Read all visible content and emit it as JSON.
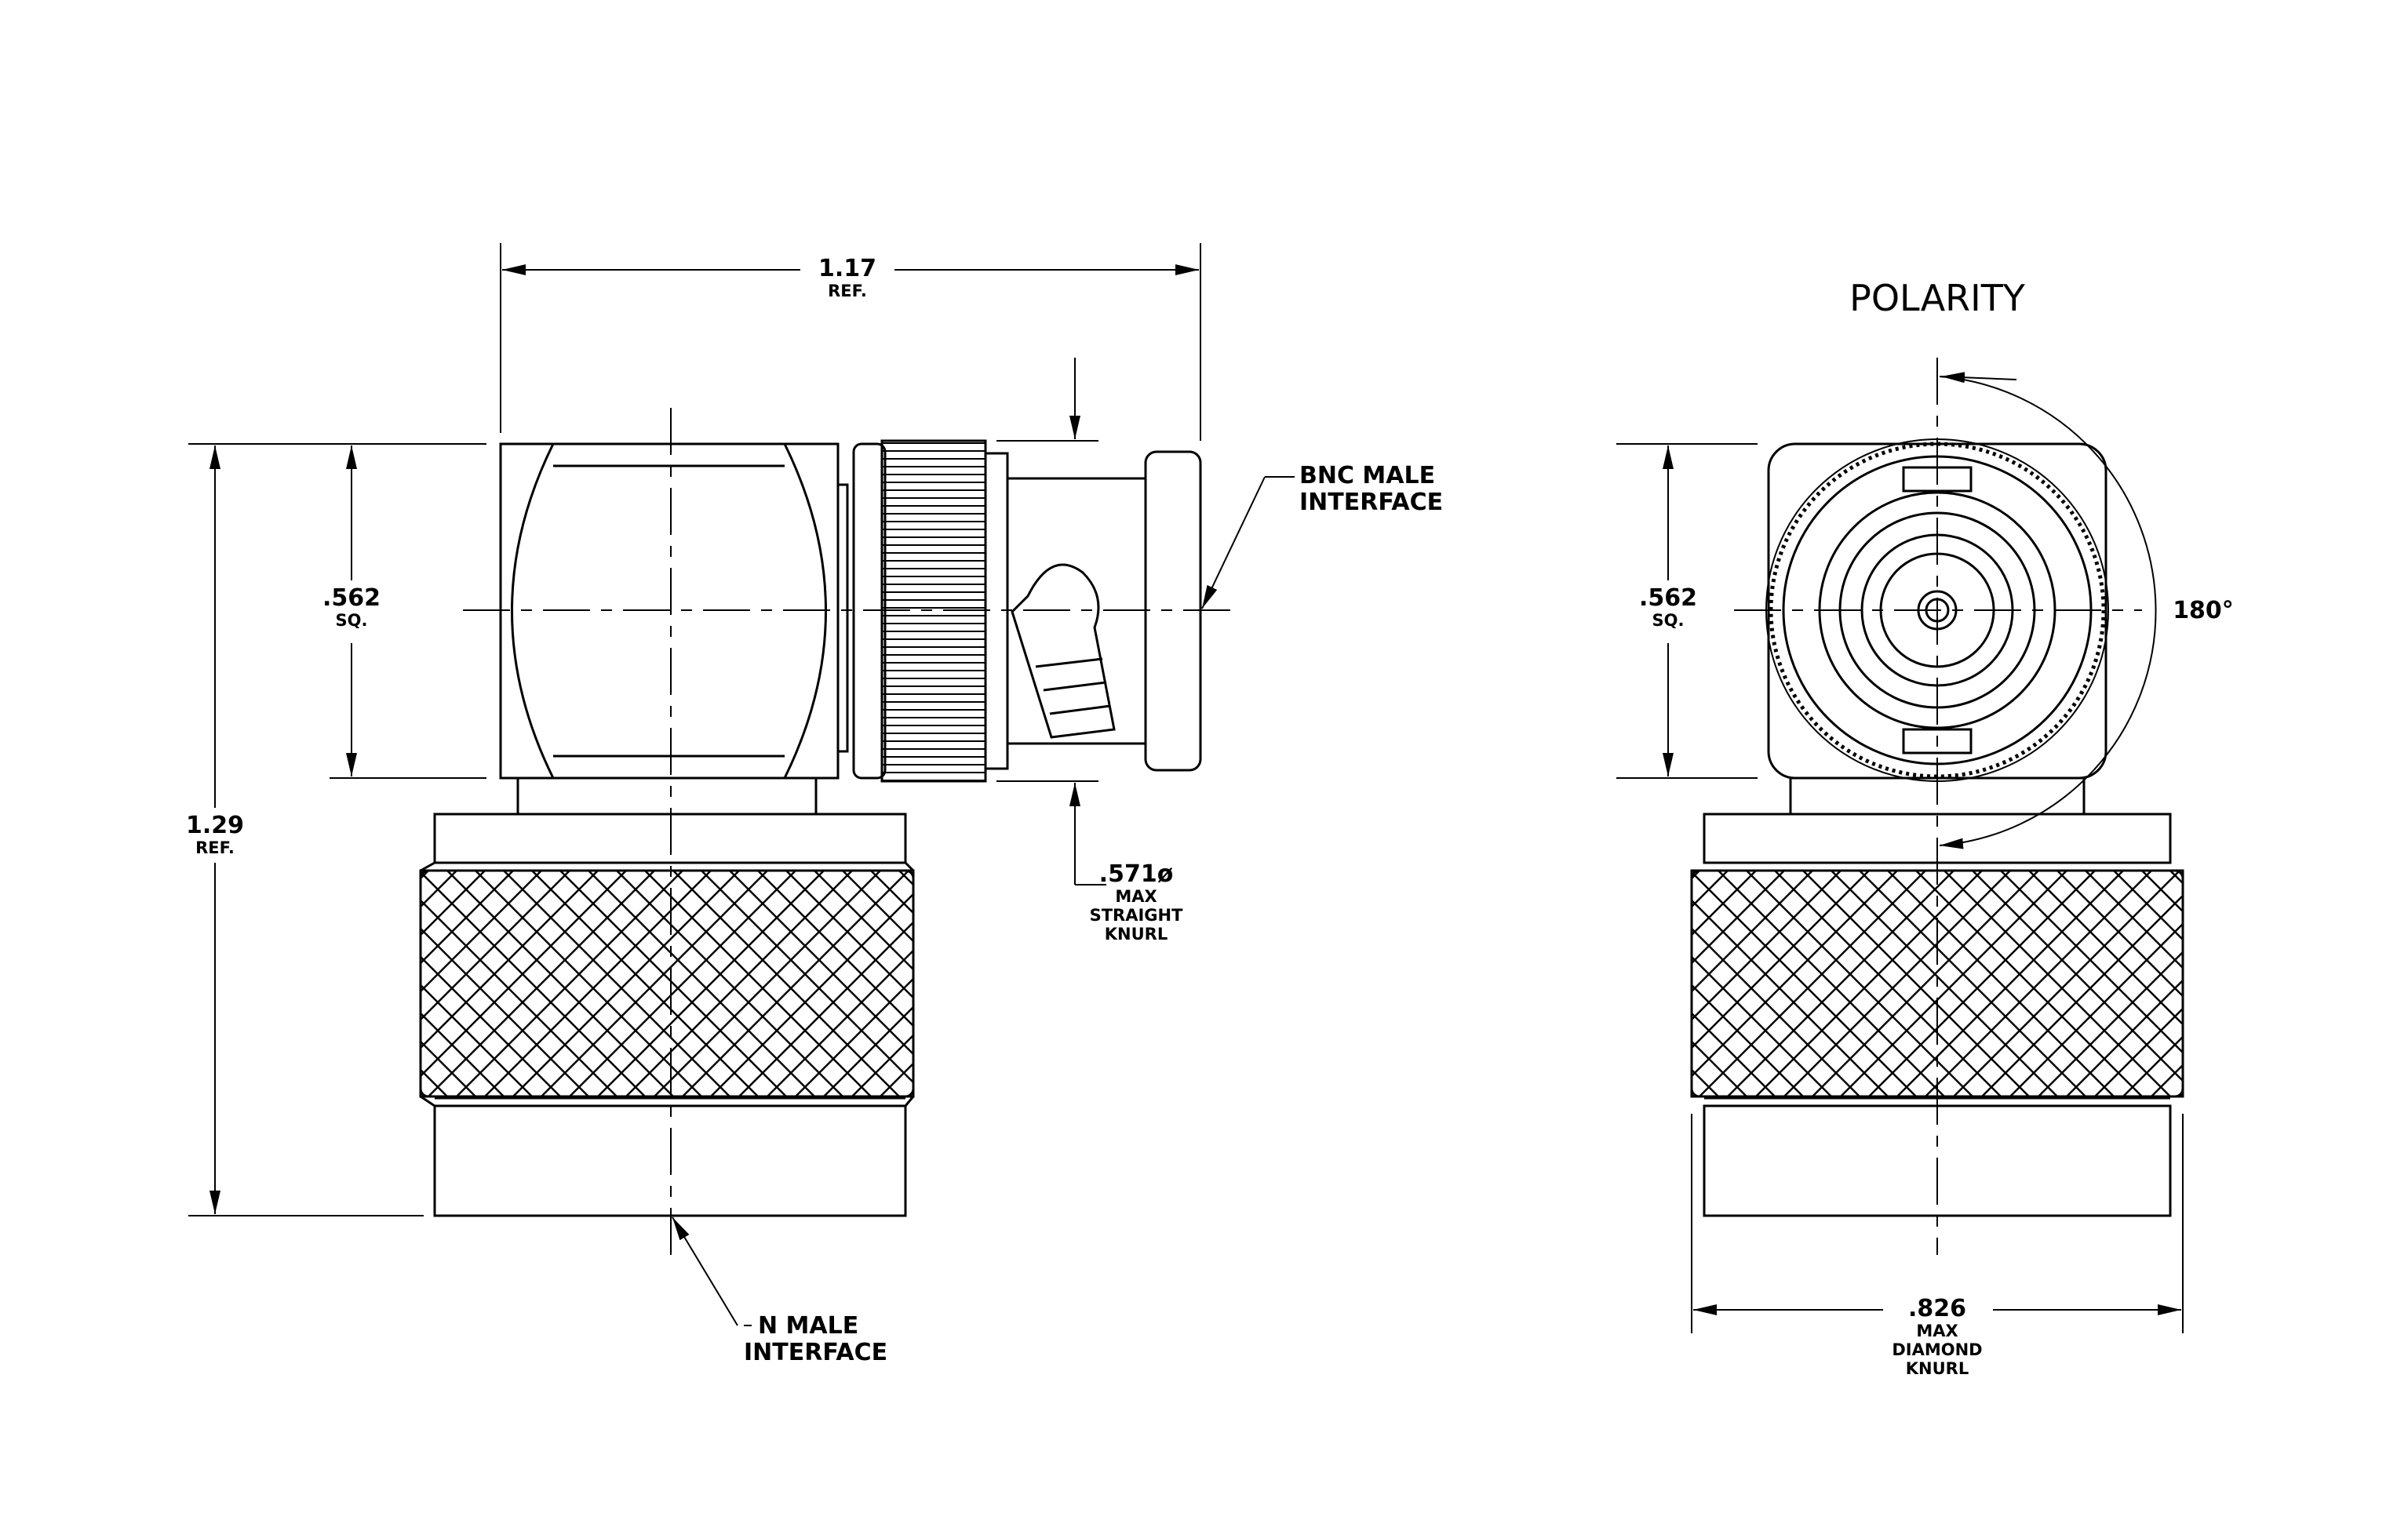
{
  "title": "POLARITY",
  "dimensions": {
    "overall_width": {
      "value": "1.17",
      "note": "REF."
    },
    "overall_height": {
      "value": "1.29",
      "note": "REF."
    },
    "square_side": {
      "value": ".562",
      "note": "SQ."
    },
    "square_front": {
      "value": ".562",
      "note": "SQ."
    },
    "straight_knurl": {
      "value": ".571ø",
      "lines": [
        "MAX",
        "STRAIGHT",
        "KNURL"
      ]
    },
    "diamond_knurl": {
      "value": ".826",
      "lines": [
        "MAX",
        "DIAMOND",
        "KNURL"
      ]
    },
    "polarity_angle": "180°"
  },
  "callouts": {
    "bnc": [
      "BNC  MALE",
      "INTERFACE"
    ],
    "n": [
      "N  MALE",
      "INTERFACE"
    ]
  }
}
